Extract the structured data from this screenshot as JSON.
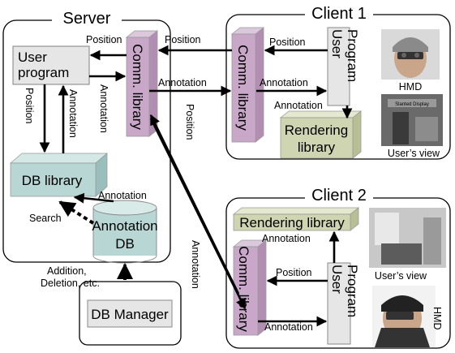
{
  "server": {
    "title": "Server"
  },
  "client1": {
    "title": "Client 1"
  },
  "client2": {
    "title": "Client 2"
  },
  "nodes": {
    "user_program_server": [
      "User",
      "program"
    ],
    "comm_library": "Comm. library",
    "db_library": "DB library",
    "annotation_db": [
      "Annotation",
      "DB"
    ],
    "db_manager": "DB Manager",
    "user_program_client": [
      "User",
      "Program"
    ],
    "rendering_library_c1": [
      "Rendering",
      "library"
    ],
    "rendering_library_c2": "Rendering library"
  },
  "edges": {
    "position": "Position",
    "annotation": "Annotation",
    "search": "Search",
    "manager_ops": [
      "Addition,",
      "Deletion, etc."
    ]
  },
  "photos": {
    "hmd": "HMD",
    "users_view": "User’s view",
    "sign": "Slanted Display"
  },
  "colors": {
    "comm_library": "#c8a7c8",
    "db_library": "#b7d6d4",
    "rendering_library": "#cfd5b0",
    "user_program": "#e6e6e6"
  }
}
